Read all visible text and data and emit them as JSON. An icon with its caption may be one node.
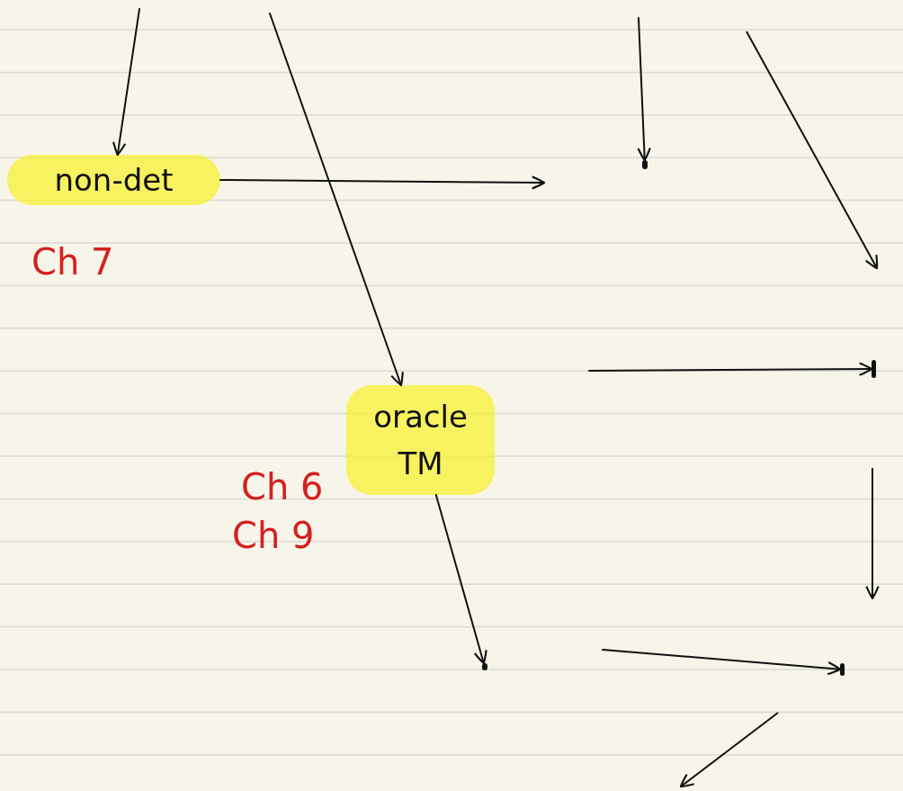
{
  "diagram": {
    "nodes": [
      {
        "text": [
          "non-det"
        ],
        "beside": [
          "Ch 7"
        ]
      },
      {
        "text": [],
        "shape": "dot"
      },
      {
        "text": [],
        "shape": "dot"
      },
      {
        "text": [
          "oracle TM"
        ],
        "beside": [
          "Ch 6",
          "Ch 9"
        ]
      },
      {
        "text": [],
        "shape": "dot"
      },
      {
        "text": [],
        "shape": "dot"
      }
    ],
    "edges": [
      {
        "from": null,
        "to": 0,
        "arrow": "to"
      },
      {
        "from": null,
        "to": 3,
        "arrow": "to"
      },
      {
        "from": 0,
        "to": null,
        "arrow": "to"
      },
      {
        "from": null,
        "to": 1,
        "arrow": "to"
      },
      {
        "from": null,
        "to": 2,
        "arrow": "to"
      },
      {
        "from": 3,
        "to": 4,
        "arrow": "to"
      },
      {
        "from": null,
        "to": 5,
        "arrow": "to"
      }
    ]
  }
}
